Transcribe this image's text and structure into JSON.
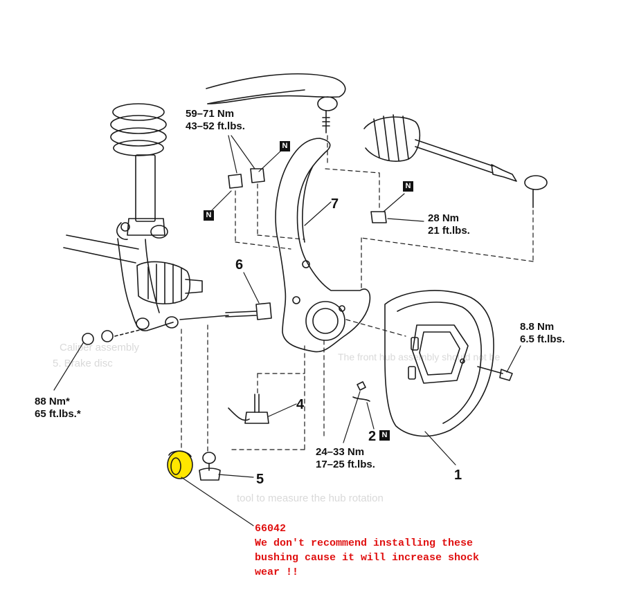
{
  "labels": {
    "torque_59_71_nm": "59–71 Nm",
    "torque_43_52_ftlbs": "43–52 ft.lbs.",
    "torque_28_nm": "28 Nm",
    "torque_21_ftlbs": "21 ft.lbs.",
    "torque_8_8_nm": "8.8 Nm",
    "torque_6_5_ftlbs": "6.5 ft.lbs.",
    "torque_88_nm": "88 Nm*",
    "torque_65_ftlbs": "65 ft.lbs.*",
    "torque_24_33_nm": "24–33 Nm",
    "torque_17_25_ftlbs": "17–25 ft.lbs."
  },
  "part_numbers": {
    "p1": "1",
    "p2": "2",
    "p4": "4",
    "p5": "5",
    "p6": "6",
    "p7": "7"
  },
  "badge_text": "N",
  "annotation": {
    "part_number": "66042",
    "line1": "We don't recommend installing these",
    "line2": "bushing cause it will increase shock",
    "line3": "wear !!"
  },
  "bleed_through": {
    "t1": "Caliper assembly",
    "t2": "5. Brake disc",
    "t3": "The front hub assembly should not be",
    "t4": "tool to measure the hub rotation"
  },
  "colors": {
    "line": "#1a1a1a",
    "annotation_text": "#e01010",
    "bushing_highlight": "#ffe600"
  }
}
